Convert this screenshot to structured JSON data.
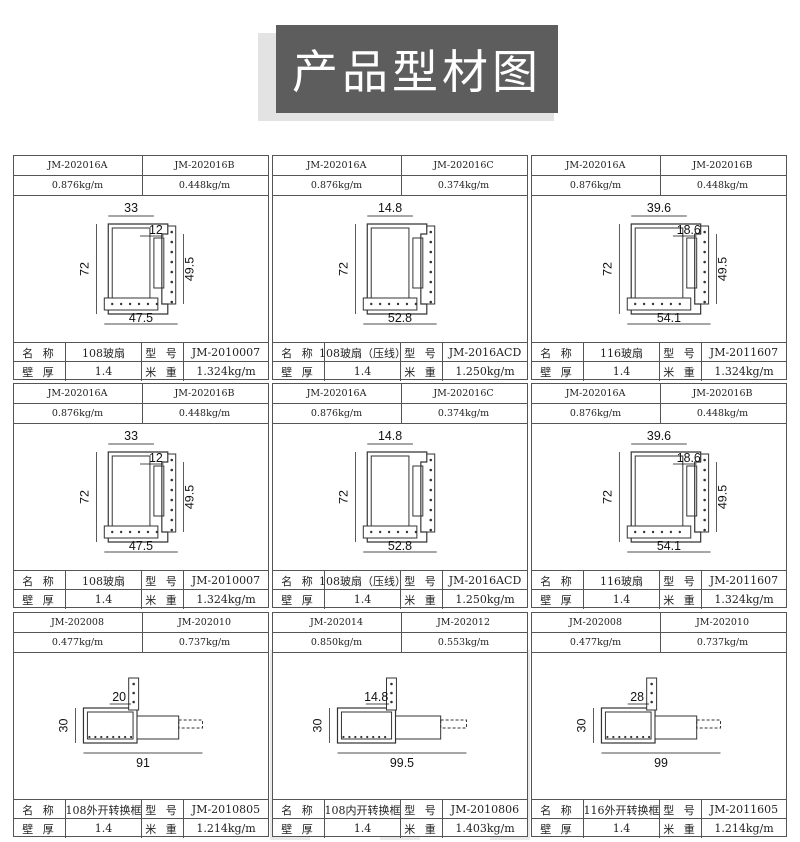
{
  "page_title": "产品型材图",
  "labels": {
    "name": "名 称",
    "model": "型 号",
    "wall": "壁 厚",
    "weight": "米 重"
  },
  "cards": [
    {
      "h1": [
        "JM-202016A",
        "JM-202016B"
      ],
      "h2": [
        "0.876kg/m",
        "0.448kg/m"
      ],
      "name": "108玻扇",
      "model": "JM-2010007",
      "wall": "1.4",
      "weight": "1.324kg/m",
      "dims": {
        "top": "33",
        "inner": "12",
        "left": "72",
        "right": "49.5",
        "bottom": "47.5"
      }
    },
    {
      "h1": [
        "JM-202016A",
        "JM-202016C"
      ],
      "h2": [
        "0.876kg/m",
        "0.374kg/m"
      ],
      "name": "108玻扇（压线）",
      "model": "JM-2016ACD",
      "wall": "1.4",
      "weight": "1.250kg/m",
      "dims": {
        "top": "14.8",
        "left": "72",
        "bottom": "52.8"
      }
    },
    {
      "h1": [
        "JM-202016A",
        "JM-202016B"
      ],
      "h2": [
        "0.876kg/m",
        "0.448kg/m"
      ],
      "name": "116玻扇",
      "model": "JM-2011607",
      "wall": "1.4",
      "weight": "1.324kg/m",
      "dims": {
        "top": "39.6",
        "inner": "18.6",
        "left": "72",
        "right": "49.5",
        "bottom": "54.1"
      }
    },
    {
      "h1": [
        "JM-202016A",
        "JM-202016B"
      ],
      "h2": [
        "0.876kg/m",
        "0.448kg/m"
      ],
      "name": "108玻扇",
      "model": "JM-2010007",
      "wall": "1.4",
      "weight": "1.324kg/m",
      "dims": {
        "top": "33",
        "inner": "12",
        "left": "72",
        "right": "49.5",
        "bottom": "47.5"
      }
    },
    {
      "h1": [
        "JM-202016A",
        "JM-202016C"
      ],
      "h2": [
        "0.876kg/m",
        "0.374kg/m"
      ],
      "name": "108玻扇（压线）",
      "model": "JM-2016ACD",
      "wall": "1.4",
      "weight": "1.250kg/m",
      "dims": {
        "top": "14.8",
        "left": "72",
        "bottom": "52.8"
      }
    },
    {
      "h1": [
        "JM-202016A",
        "JM-202016B"
      ],
      "h2": [
        "0.876kg/m",
        "0.448kg/m"
      ],
      "name": "116玻扇",
      "model": "JM-2011607",
      "wall": "1.4",
      "weight": "1.324kg/m",
      "dims": {
        "top": "39.6",
        "inner": "18.6",
        "left": "72",
        "right": "49.5",
        "bottom": "54.1"
      }
    },
    {
      "h1": [
        "JM-202008",
        "JM-202010"
      ],
      "h2": [
        "0.477kg/m",
        "0.737kg/m"
      ],
      "name": "108外开转换框",
      "model": "JM-2010805",
      "wall": "1.4",
      "weight": "1.214kg/m",
      "dims": {
        "top": "20",
        "left": "30",
        "bottom": "91"
      }
    },
    {
      "h1": [
        "JM-202014",
        "JM-202012"
      ],
      "h2": [
        "0.850kg/m",
        "0.553kg/m"
      ],
      "name": "108内开转换框",
      "model": "JM-2010806",
      "wall": "1.4",
      "weight": "1.403kg/m",
      "dims": {
        "top": "14.8",
        "left": "30",
        "bottom": "99.5"
      }
    },
    {
      "h1": [
        "JM-202008",
        "JM-202010"
      ],
      "h2": [
        "0.477kg/m",
        "0.737kg/m"
      ],
      "name": "116外开转换框",
      "model": "JM-2011605",
      "wall": "1.4",
      "weight": "1.214kg/m",
      "dims": {
        "top": "28",
        "left": "30",
        "bottom": "99"
      }
    }
  ]
}
